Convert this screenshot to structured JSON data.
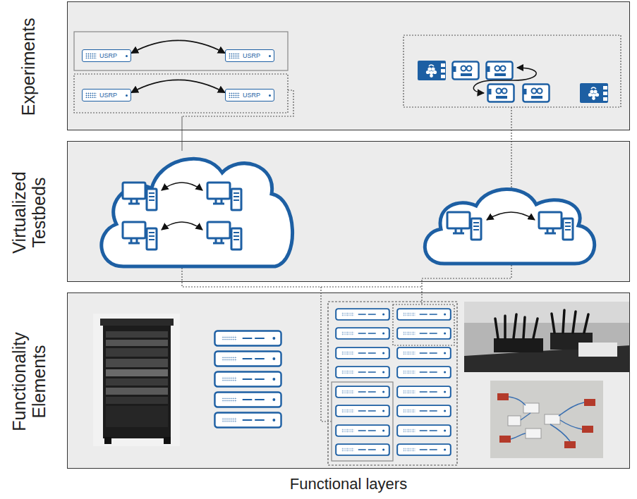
{
  "diagram": {
    "caption": "Functional layers",
    "nodes": [
      {
        "text": [
          "Experiments"
        ]
      },
      {
        "text": [
          "USRP"
        ],
        "in": 0
      },
      {
        "text": [
          "USRP"
        ],
        "in": 0
      },
      {
        "text": [
          "USRP"
        ],
        "in": 0
      },
      {
        "text": [
          "USRP"
        ],
        "in": 0
      },
      {
        "text": [
          "Virtualized Testbeds"
        ]
      },
      {
        "text": [
          "Functionality Elements"
        ]
      }
    ],
    "edges": [
      {
        "from": 1,
        "to": 2,
        "arrow": "both"
      },
      {
        "from": 3,
        "to": 4,
        "arrow": "both"
      }
    ]
  }
}
